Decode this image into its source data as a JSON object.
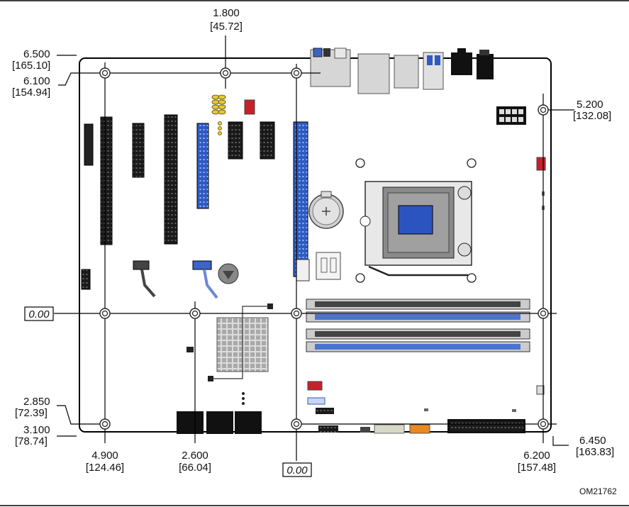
{
  "dimensions": {
    "top_center": {
      "value": "1.800",
      "mm": "[45.72]"
    },
    "left_top": {
      "value": "6.500",
      "mm": "[165.10]"
    },
    "left_second": {
      "value": "6.100",
      "mm": "[154.94]"
    },
    "right_top": {
      "value": "5.200",
      "mm": "[132.08]"
    },
    "left_origin": "0.00",
    "left_lower1": {
      "value": "2.850",
      "mm": "[72.39]"
    },
    "left_lower2": {
      "value": "3.100",
      "mm": "[78.74]"
    },
    "bottom_left": {
      "value": "4.900",
      "mm": "[124.46]"
    },
    "bottom_mid": {
      "value": "2.600",
      "mm": "[66.04]"
    },
    "bottom_origin": "0.00",
    "bottom_right": {
      "value": "6.200",
      "mm": "[157.48]"
    },
    "right_bottom": {
      "value": "6.450",
      "mm": "[163.83]"
    }
  },
  "figure_id": "OM21762",
  "colors": {
    "board_outline": "#000000",
    "pcie_blue": "#3a64c8",
    "slot_black": "#111111",
    "dimm_blue": "#4a74d0",
    "dimm_gray": "#444444",
    "red_header": "#c8202a",
    "yellow_pins": "#e8d040",
    "cpu_blue": "#2c54c0",
    "heatsink_gray": "#b8b8b8"
  }
}
